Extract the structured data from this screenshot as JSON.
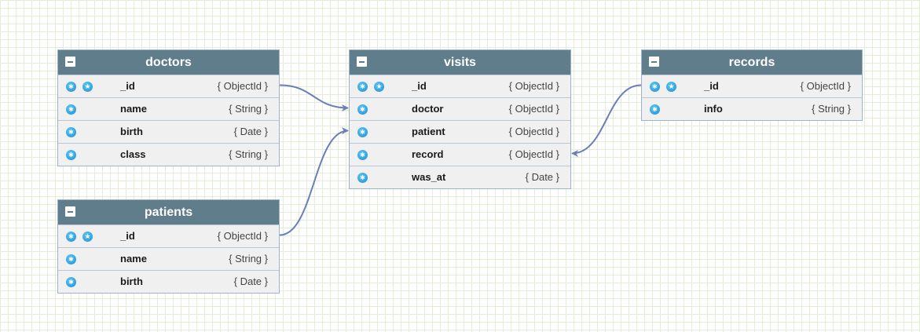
{
  "entities": [
    {
      "id": "doctors",
      "name": "doctors",
      "fields": [
        {
          "name": "_id",
          "type": "{ ObjectId }",
          "primary": true
        },
        {
          "name": "name",
          "type": "{ String }",
          "primary": false
        },
        {
          "name": "birth",
          "type": "{ Date }",
          "primary": false
        },
        {
          "name": "class",
          "type": "{ String }",
          "primary": false
        }
      ]
    },
    {
      "id": "patients",
      "name": "patients",
      "fields": [
        {
          "name": "_id",
          "type": "{ ObjectId }",
          "primary": true
        },
        {
          "name": "name",
          "type": "{ String }",
          "primary": false
        },
        {
          "name": "birth",
          "type": "{ Date }",
          "primary": false
        }
      ]
    },
    {
      "id": "visits",
      "name": "visits",
      "fields": [
        {
          "name": "_id",
          "type": "{ ObjectId }",
          "primary": true
        },
        {
          "name": "doctor",
          "type": "{ ObjectId }",
          "primary": false
        },
        {
          "name": "patient",
          "type": "{ ObjectId }",
          "primary": false
        },
        {
          "name": "record",
          "type": "{ ObjectId }",
          "primary": false
        },
        {
          "name": "was_at",
          "type": "{ Date }",
          "primary": false
        }
      ]
    },
    {
      "id": "records",
      "name": "records",
      "fields": [
        {
          "name": "_id",
          "type": "{ ObjectId }",
          "primary": true
        },
        {
          "name": "info",
          "type": "{ String }",
          "primary": false
        }
      ]
    }
  ],
  "relations": [
    {
      "from": "doctors._id",
      "to": "visits.doctor"
    },
    {
      "from": "patients._id",
      "to": "visits.patient"
    },
    {
      "from": "records._id",
      "to": "visits.record"
    }
  ],
  "colors": {
    "header": "#607d8b",
    "header_text": "#ffffff",
    "row_background": "#f0f0f0",
    "border": "#9db3c8",
    "connector": "#6a7fb8",
    "key_icon": "#1a8fd6",
    "grid": "#e3ecd9"
  },
  "icons": {
    "collapse": "minus-square-icon",
    "field": "asterisk-key-icon",
    "primary_key": "star-key-icon"
  }
}
